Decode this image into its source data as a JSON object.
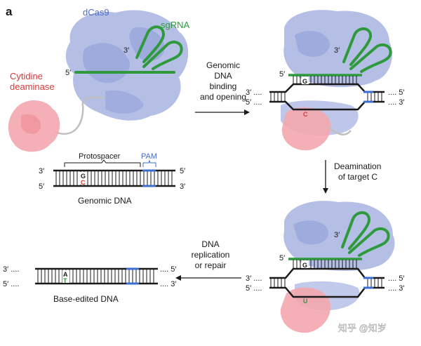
{
  "panel_letter": "a",
  "labels": {
    "dcas9": "dCas9",
    "sgrna": "sgRNA",
    "cytidine": "Cytidine",
    "deaminase": "deaminase",
    "protospacer": "Protospacer",
    "pam": "PAM",
    "genomic_dna": "Genomic DNA",
    "base_edited_dna": "Base-edited DNA"
  },
  "steps": {
    "binding": [
      "Genomic",
      "DNA",
      "binding",
      "and opening"
    ],
    "deamination": [
      "Deamination",
      "of target C"
    ],
    "replication": [
      "DNA",
      "replication",
      "or repair"
    ]
  },
  "ends": {
    "three": "3′",
    "five": "5′",
    "five_dots": "5′ ....",
    "three_dots": "3′ ....",
    "dots_three": ".... 3′",
    "dots_five": ".... 5′"
  },
  "bases": {
    "G": "G",
    "C": "C",
    "U": "U",
    "A": "A",
    "T": "T"
  },
  "watermark": "知乎 @知岁",
  "colors": {
    "protein": "#a8b4e2",
    "rna": "#2e9a3c",
    "deaminase": "#f3a7ae",
    "pam": "#3a6fd0",
    "red": "#d63a3a",
    "blue_label": "#4a6cc7"
  }
}
